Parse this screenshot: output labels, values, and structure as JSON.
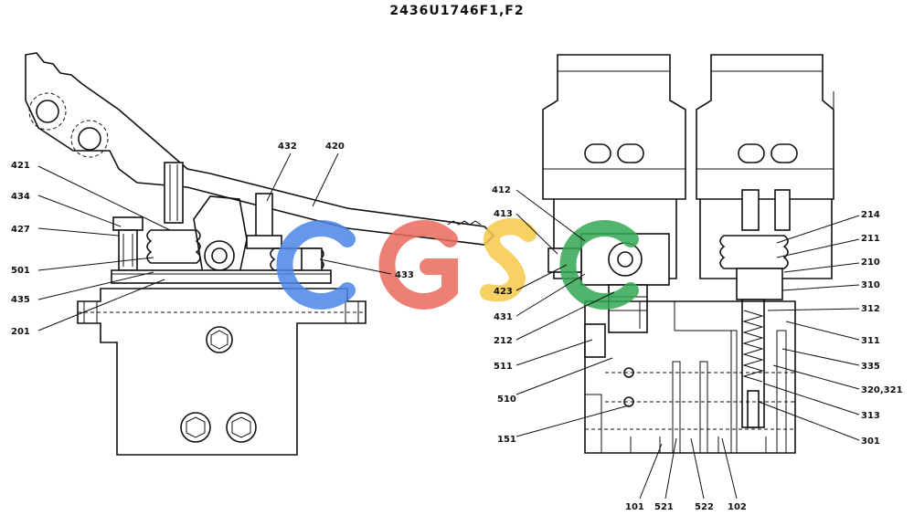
{
  "drawing_number": "2436U1746F1,F2",
  "watermark": {
    "letters": [
      "C",
      "G",
      "S",
      "C"
    ],
    "colors": [
      "#4a86e8",
      "#ea6a5c",
      "#f6c94a",
      "#34a853"
    ]
  },
  "part_labels": {
    "p432": "432",
    "p420": "420",
    "p421": "421",
    "p434": "434",
    "p427": "427",
    "p501": "501",
    "p435": "435",
    "p201": "201",
    "p433": "433",
    "p412": "412",
    "p413": "413",
    "p423": "423",
    "p431": "431",
    "p212": "212",
    "p511": "511",
    "p510": "510",
    "p151": "151",
    "p101": "101",
    "p521": "521",
    "p522": "522",
    "p102": "102",
    "p214": "214",
    "p211": "211",
    "p210": "210",
    "p310": "310",
    "p312": "312",
    "p311": "311",
    "p335": "335",
    "p320_321": "320,321",
    "p313": "313",
    "p301": "301"
  }
}
